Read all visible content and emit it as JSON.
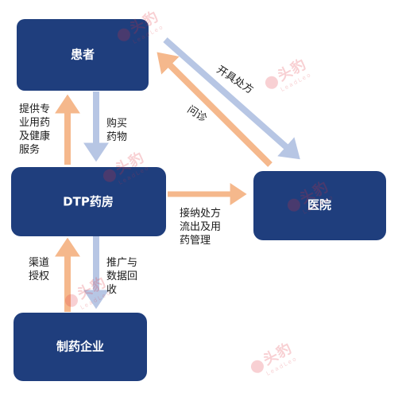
{
  "nodes": {
    "patient": "患者",
    "dtp_pharmacy": "DTP药房",
    "hospital": "医院",
    "pharma": "制药企业"
  },
  "edges": {
    "pharmacy_to_patient": "提供专\n业用药\n及健康\n服务",
    "patient_to_pharmacy": "购买\n药物",
    "hospital_to_patient": "开具处方",
    "patient_to_hospital": "问诊",
    "pharmacy_to_hospital": "接纳处方\n流出及用\n药管理",
    "pharma_to_pharmacy": "渠道\n授权",
    "pharmacy_to_pharma": "推广与\n数据回\n收"
  },
  "watermark": {
    "text": "头豹",
    "sub": "LeadLeo"
  },
  "colors": {
    "box": "#1f3e7d",
    "orange_arrow": "#f5b88c",
    "blue_arrow": "#b7c6e4"
  }
}
